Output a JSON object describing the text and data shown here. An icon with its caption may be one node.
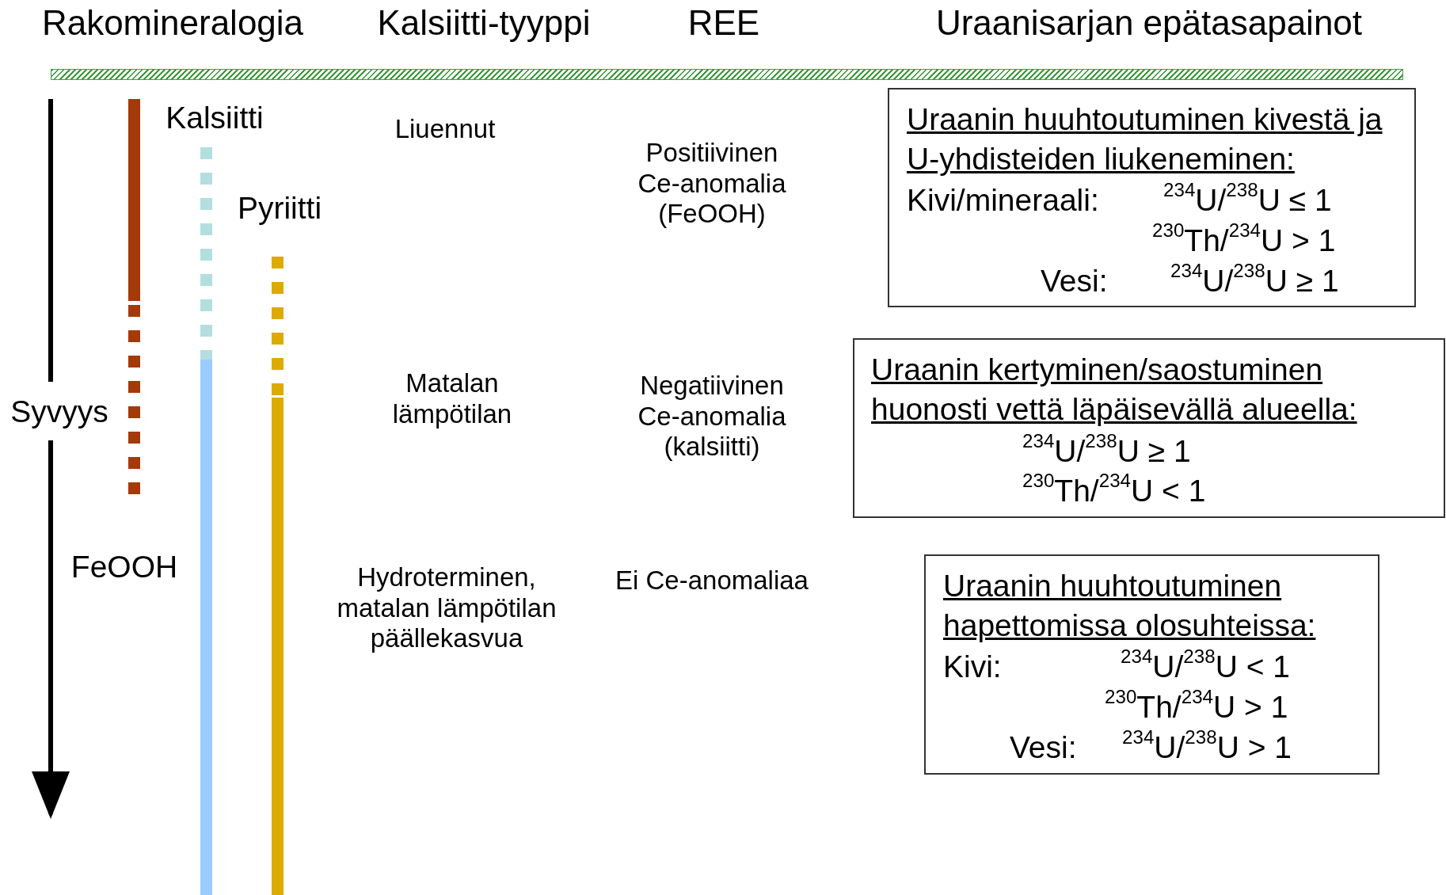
{
  "diagram": {
    "nodes": [
      {
        "text": [
          "Uraanin huuhtoutuminen kivestä ja U-yhdisteiden liukeneminen:",
          "Kivi/mineraali:",
          "$^{234}$U/$^{238}$U ≤ 1",
          "$^{230}$Th/$^{234}$U > 1",
          "Vesi:",
          "$^{234}$U/$^{238}$U ≥ 1"
        ]
      },
      {
        "text": [
          "Uraanin kertyminen/saostuminen huonosti vettä läpäisevällä alueella:",
          "$^{234}$U/$^{238}$U ≥ 1",
          "$^{230}$Th/$^{234}$U < 1"
        ]
      },
      {
        "text": [
          "Uraanin huuhtoutuminen hapettomissa olosuhteissa:",
          "Kivi:",
          "$^{234}$U/$^{238}$U < 1",
          "$^{230}$Th/$^{234}$U > 1",
          "Vesi:",
          "$^{234}$U/$^{238}$U > 1"
        ]
      }
    ],
    "labels": [
      "Rakomineralogia",
      "Kalsiitti-tyyppi",
      "REE",
      "Uraanisarjan epätasapainot",
      "Kalsiitti",
      "Liuennut",
      "Positiivinen Ce-anomalia (FeOOH)",
      "Pyriitti",
      "Syvyys",
      "Matalan lämpötilan",
      "Negatiivinen Ce-anomalia (kalsiitti)",
      "FeOOH",
      "Hydroterminen, matalan lämpötilan päällekasvua",
      "Ei Ce-anomaliaa"
    ]
  }
}
